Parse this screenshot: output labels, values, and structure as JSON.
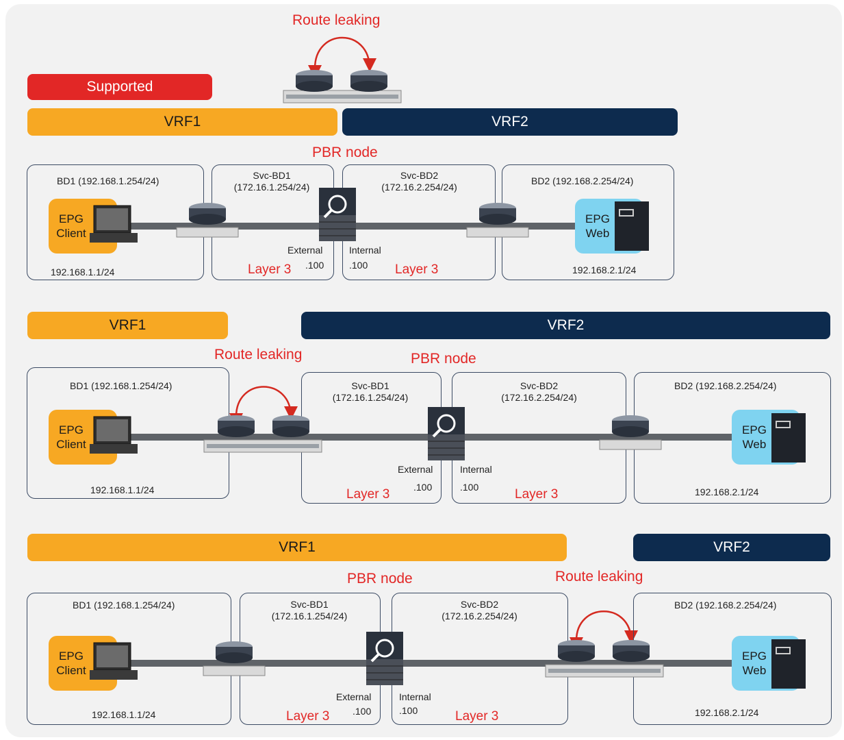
{
  "legend": {
    "supported_label": "Supported"
  },
  "labels": {
    "vrf1": "VRF1",
    "vrf2": "VRF2",
    "route_leaking": "Route leaking",
    "pbr_node": "PBR node",
    "bd1": "BD1 (192.168.1.254/24)",
    "bd2": "BD2 (192.168.2.254/24)",
    "svc_bd1_name": "Svc-BD1",
    "svc_bd1_subnet": "(172.16.1.254/24)",
    "svc_bd2_name": "Svc-BD2",
    "svc_bd2_subnet": "(172.16.2.254/24)",
    "epg_client_1": "EPG",
    "epg_client_2": "Client",
    "epg_web_1": "EPG",
    "epg_web_2": "Web",
    "client_ip": "192.168.1.1/24",
    "web_ip": "192.168.2.1/24",
    "external": "External",
    "internal": "Internal",
    "dot100": ".100",
    "layer3": "Layer 3"
  },
  "colors": {
    "vrf1": "#f7a823",
    "vrf2": "#0d2b4e",
    "leak_arrow": "#d42a20",
    "epg_web": "#7fd3f0"
  },
  "icons": [
    "router-icon",
    "switch-icon",
    "firewall-icon",
    "laptop-icon",
    "server-icon"
  ]
}
